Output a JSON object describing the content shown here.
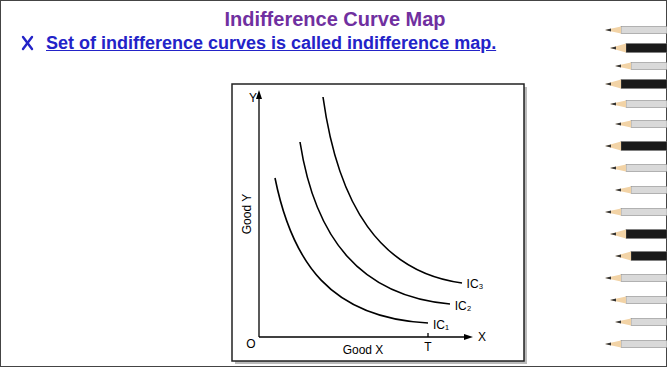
{
  "diagram": {
    "title": "Indifference Curve Map",
    "labels": [
      "Set of indifference curves is called indifference map.",
      "Y",
      "Good Y",
      "O",
      "Good X",
      "T",
      "X",
      "IC₃",
      "IC₂",
      "IC₁"
    ]
  }
}
